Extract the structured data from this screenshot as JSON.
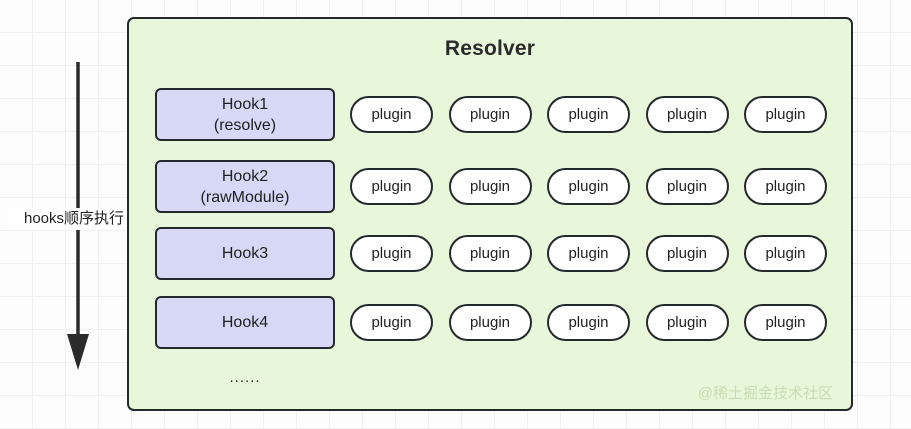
{
  "diagram": {
    "background": {
      "grid": true,
      "grid_color": "#f0f0f0",
      "canvas_color": "#fdfdfd"
    },
    "flow": {
      "label": "hooks顺序执行",
      "direction": "down",
      "arrow_color": "#2b2b2b"
    },
    "panel": {
      "title": "Resolver",
      "fill_color": "#e8f6da",
      "border_color": "#24292e",
      "ellipsis": "......",
      "watermark": "@稀土掘金技术社区"
    },
    "hooks": [
      {
        "name": "Hook1",
        "sub": "(resolve)",
        "plugins": [
          "plugin",
          "plugin",
          "plugin",
          "plugin",
          "plugin"
        ]
      },
      {
        "name": "Hook2",
        "sub": "(rawModule)",
        "plugins": [
          "plugin",
          "plugin",
          "plugin",
          "plugin",
          "plugin"
        ]
      },
      {
        "name": "Hook3",
        "sub": "",
        "plugins": [
          "plugin",
          "plugin",
          "plugin",
          "plugin",
          "plugin"
        ]
      },
      {
        "name": "Hook4",
        "sub": "",
        "plugins": [
          "plugin",
          "plugin",
          "plugin",
          "plugin",
          "plugin"
        ]
      }
    ],
    "colors": {
      "hook_fill": "#d6d8f5",
      "plugin_fill": "#ffffff",
      "stroke": "#24292e",
      "watermark": "#c8dcb4"
    }
  }
}
